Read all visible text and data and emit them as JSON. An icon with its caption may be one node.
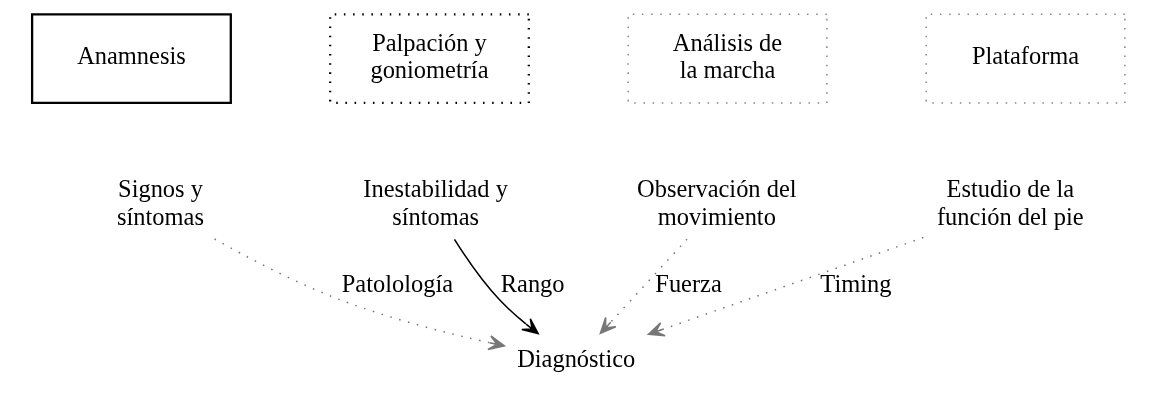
{
  "diagram": {
    "nodes": [
      {
        "text": [
          "Anamnesis"
        ]
      },
      {
        "text": [
          "Palpación y goniometría"
        ]
      },
      {
        "text": [
          "Análisis de la marcha"
        ]
      },
      {
        "text": [
          "Plataforma"
        ]
      },
      {
        "text": [
          "Signos y síntomas"
        ]
      },
      {
        "text": [
          "Inestabilidad y síntomas"
        ]
      },
      {
        "text": [
          "Observación del movimiento"
        ]
      },
      {
        "text": [
          "Estudio de la función del pie"
        ]
      },
      {
        "text": [
          "Diagnóstico"
        ]
      }
    ],
    "edges": [
      {
        "from": 4,
        "to": 8,
        "arrow": "to",
        "label": "Patolología",
        "style": "dashed"
      },
      {
        "from": 5,
        "to": 8,
        "arrow": "to",
        "label": "Rango",
        "color": "#000000"
      },
      {
        "from": 6,
        "to": 8,
        "arrow": "to",
        "label": "Fuerza",
        "style": "dashed"
      },
      {
        "from": 7,
        "to": 8,
        "arrow": "to",
        "label": "Timing",
        "style": "dashed"
      }
    ]
  }
}
